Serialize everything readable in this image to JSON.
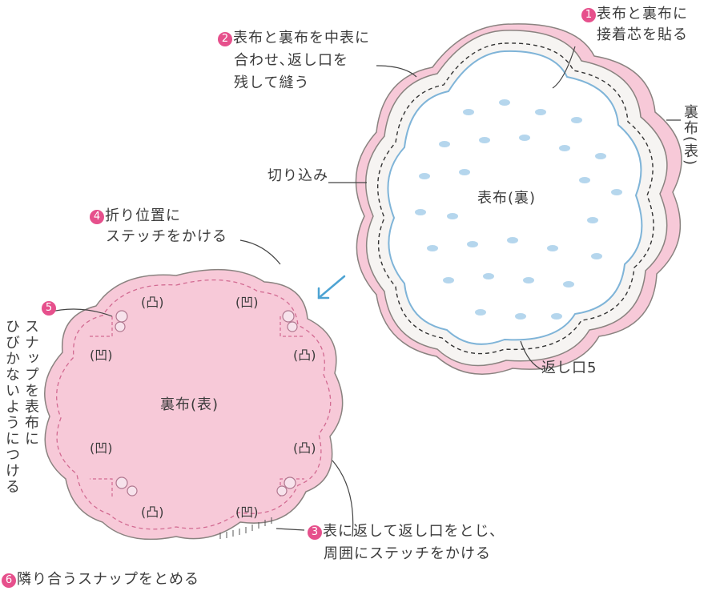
{
  "colors": {
    "accent_number": "#e6508c",
    "lining_fabric": "#f7c9d8",
    "outer_back": "#f4f6f8",
    "outline": "#8a8380",
    "stitch": "#d26b92",
    "blue_line": "#7fb4d8",
    "arrow": "#4da3d3"
  },
  "steps": {
    "s1": {
      "num": "1",
      "line1": "表布と裏布に",
      "line2": "接着芯を貼る"
    },
    "s2": {
      "num": "2",
      "line1": "表布と裏布を中表に",
      "line2": "合わせ､返し口を",
      "line3": "残して縫う"
    },
    "s3": {
      "num": "3",
      "line1": "表に返して返し口をとじ､",
      "line2": "周囲にステッチをかける"
    },
    "s4": {
      "num": "4",
      "line1": "折り位置に",
      "line2": "ステッチをかける"
    },
    "s5": {
      "num": "5",
      "text": "スナップを表布に",
      "text2": "ひびかないようにつける"
    },
    "s6": {
      "num": "6",
      "text": "隣り合うスナップをとめる"
    }
  },
  "labels": {
    "cut": "切り込み",
    "ura_side": "裏布(表)",
    "omote_back": "表布(裏)",
    "opening": "返し口5",
    "lining_front": "裏布(表)",
    "male": "(凸)",
    "female": "(凹)"
  }
}
